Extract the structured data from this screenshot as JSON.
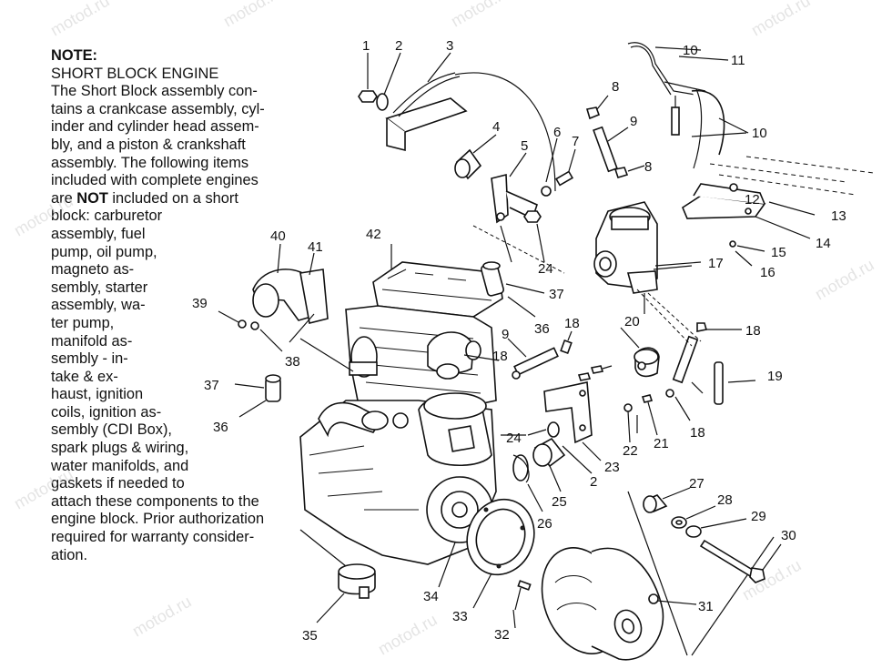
{
  "note": {
    "heading": "NOTE:",
    "subheading": "SHORT BLOCK ENGINE",
    "lines": [
      "The Short Block assembly con-",
      "tains a crankcase assembly, cyl-",
      "inder and cylinder head assem-",
      "bly, and a piston & crankshaft",
      "assembly.  The following items",
      "included with complete engines"
    ],
    "not_line_pre": "are ",
    "not_word": "NOT",
    "not_line_post": " included on a short",
    "lines2": [
      "block:  carburetor",
      "assembly, fuel",
      "pump, oil pump,",
      "magneto as-",
      "sembly, starter",
      "assembly, wa-",
      "ter pump,",
      "manifold as-",
      "sembly - in-",
      "take & ex-",
      "haust, ignition",
      "coils, ignition as-",
      "sembly (CDI Box),",
      "spark plugs & wiring,",
      "water manifolds, and",
      "gaskets if needed to",
      "attach these components to the",
      "engine block.  Prior authorization",
      "required for warranty consider-",
      "ation."
    ]
  },
  "watermark": "motod.ru",
  "callouts": [
    "1",
    "2",
    "3",
    "4",
    "5",
    "6",
    "7",
    "8",
    "8",
    "9",
    "10",
    "10",
    "11",
    "12",
    "13",
    "14",
    "15",
    "16",
    "17",
    "18",
    "18",
    "18",
    "19",
    "20",
    "21",
    "22",
    "23",
    "24",
    "24",
    "2",
    "25",
    "26",
    "27",
    "28",
    "29",
    "30",
    "31",
    "32",
    "33",
    "34",
    "35",
    "36",
    "36",
    "37",
    "37",
    "38",
    "39",
    "40",
    "41",
    "42",
    "9",
    "18"
  ]
}
